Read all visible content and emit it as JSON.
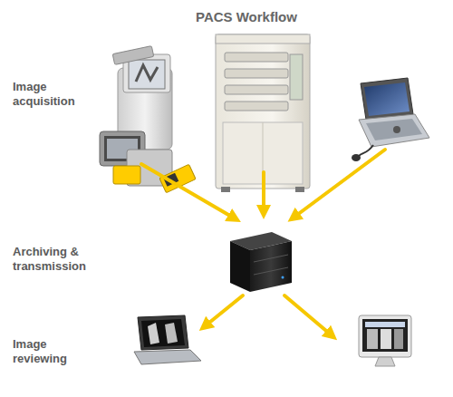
{
  "diagram": {
    "title": "PACS Workflow",
    "labels": [
      "Image acquisition",
      "Archiving & transmission",
      "Image reviewing"
    ]
  }
}
